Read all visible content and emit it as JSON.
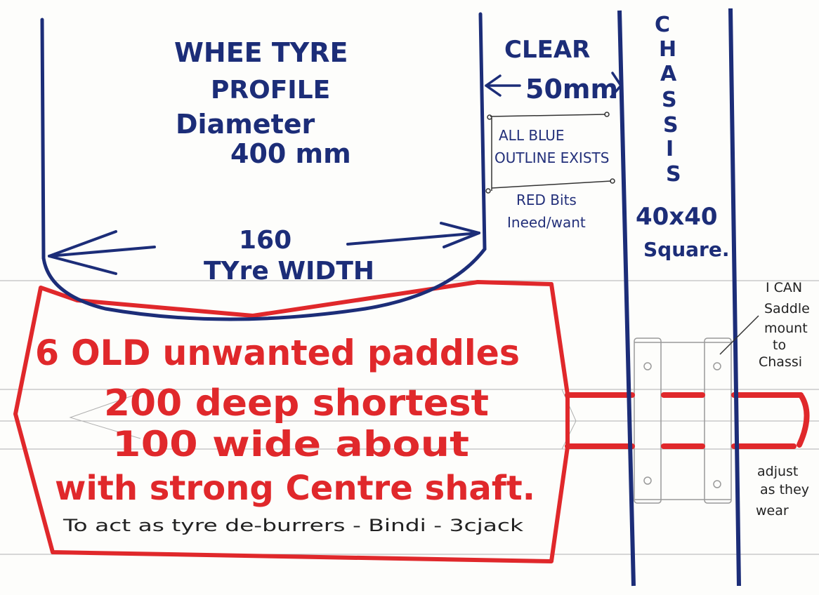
{
  "colors": {
    "blue_outline": "#1c2d78",
    "red_parts": "#e0282b",
    "pencil": "#9a9a9a",
    "paper": "#fdfdfb"
  },
  "tyre": {
    "line1": "WHEE TYRE",
    "line2": "PROFILE",
    "line3": "Diameter",
    "line4": "400 mm",
    "width_value": "160",
    "width_label": "TYre WIDTH"
  },
  "clearance": {
    "line1": "CLEAR",
    "line2": "50mm"
  },
  "legend": {
    "line1": "ALL BLUE",
    "line2": "OUTLINE EXISTS",
    "line3": "RED Bits",
    "line4": "Ineed/want"
  },
  "chassis": {
    "letters": [
      "C",
      "H",
      "A",
      "S",
      "S",
      "I",
      "S"
    ],
    "size": "40x40",
    "shape": "Square."
  },
  "mount_note": {
    "line1": "I CAN",
    "line2": "Saddle",
    "line3": "mount",
    "line4": "to",
    "line5": "Chassi"
  },
  "adjust_note": {
    "line1": "adjust",
    "line2": "as they",
    "line3": "wear"
  },
  "paddles": {
    "line1": "6 OLD unwanted paddles",
    "line2": "200 deep shortest",
    "line3": "100 wide about",
    "line4": "with strong Centre shaft.",
    "line5": "To act as tyre de-burrers - Bindi - 3cjack"
  }
}
